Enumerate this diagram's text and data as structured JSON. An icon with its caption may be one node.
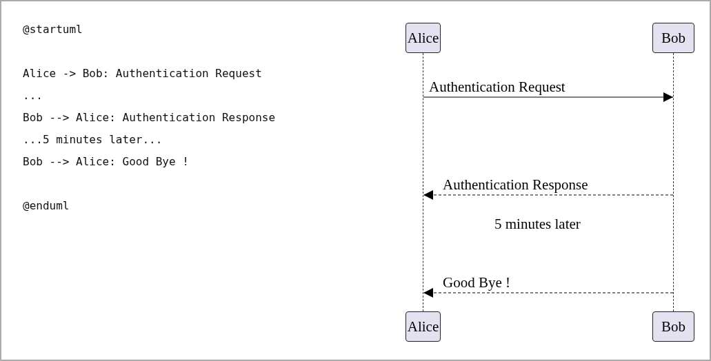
{
  "diagram": {
    "nodes": [
      {
        "text": [
          "Alice"
        ]
      },
      {
        "text": [
          "Bob"
        ]
      },
      {
        "text": [
          "Alice"
        ]
      },
      {
        "text": [
          "Bob"
        ]
      },
      {
        "text": [],
        "shape": "line"
      },
      {
        "text": [],
        "shape": "line"
      }
    ],
    "edges": [
      {
        "from": 4,
        "to": 5,
        "arrow": "to",
        "label": "Authentication Request"
      },
      {
        "from": 5,
        "to": 4,
        "arrow": "to",
        "style": "dashed",
        "label": "Authentication Response"
      },
      {
        "from": 5,
        "to": 4,
        "arrow": "to",
        "style": "dashed",
        "label": "Good Bye !"
      }
    ],
    "labels": [
      "@startuml",
      "Alice -> Bob: Authentication Request",
      "...",
      "Bob --> Alice: Authentication Response",
      "...5 minutes later...",
      "Bob --> Alice: Good Bye !",
      "@enduml",
      "5 minutes later"
    ]
  }
}
